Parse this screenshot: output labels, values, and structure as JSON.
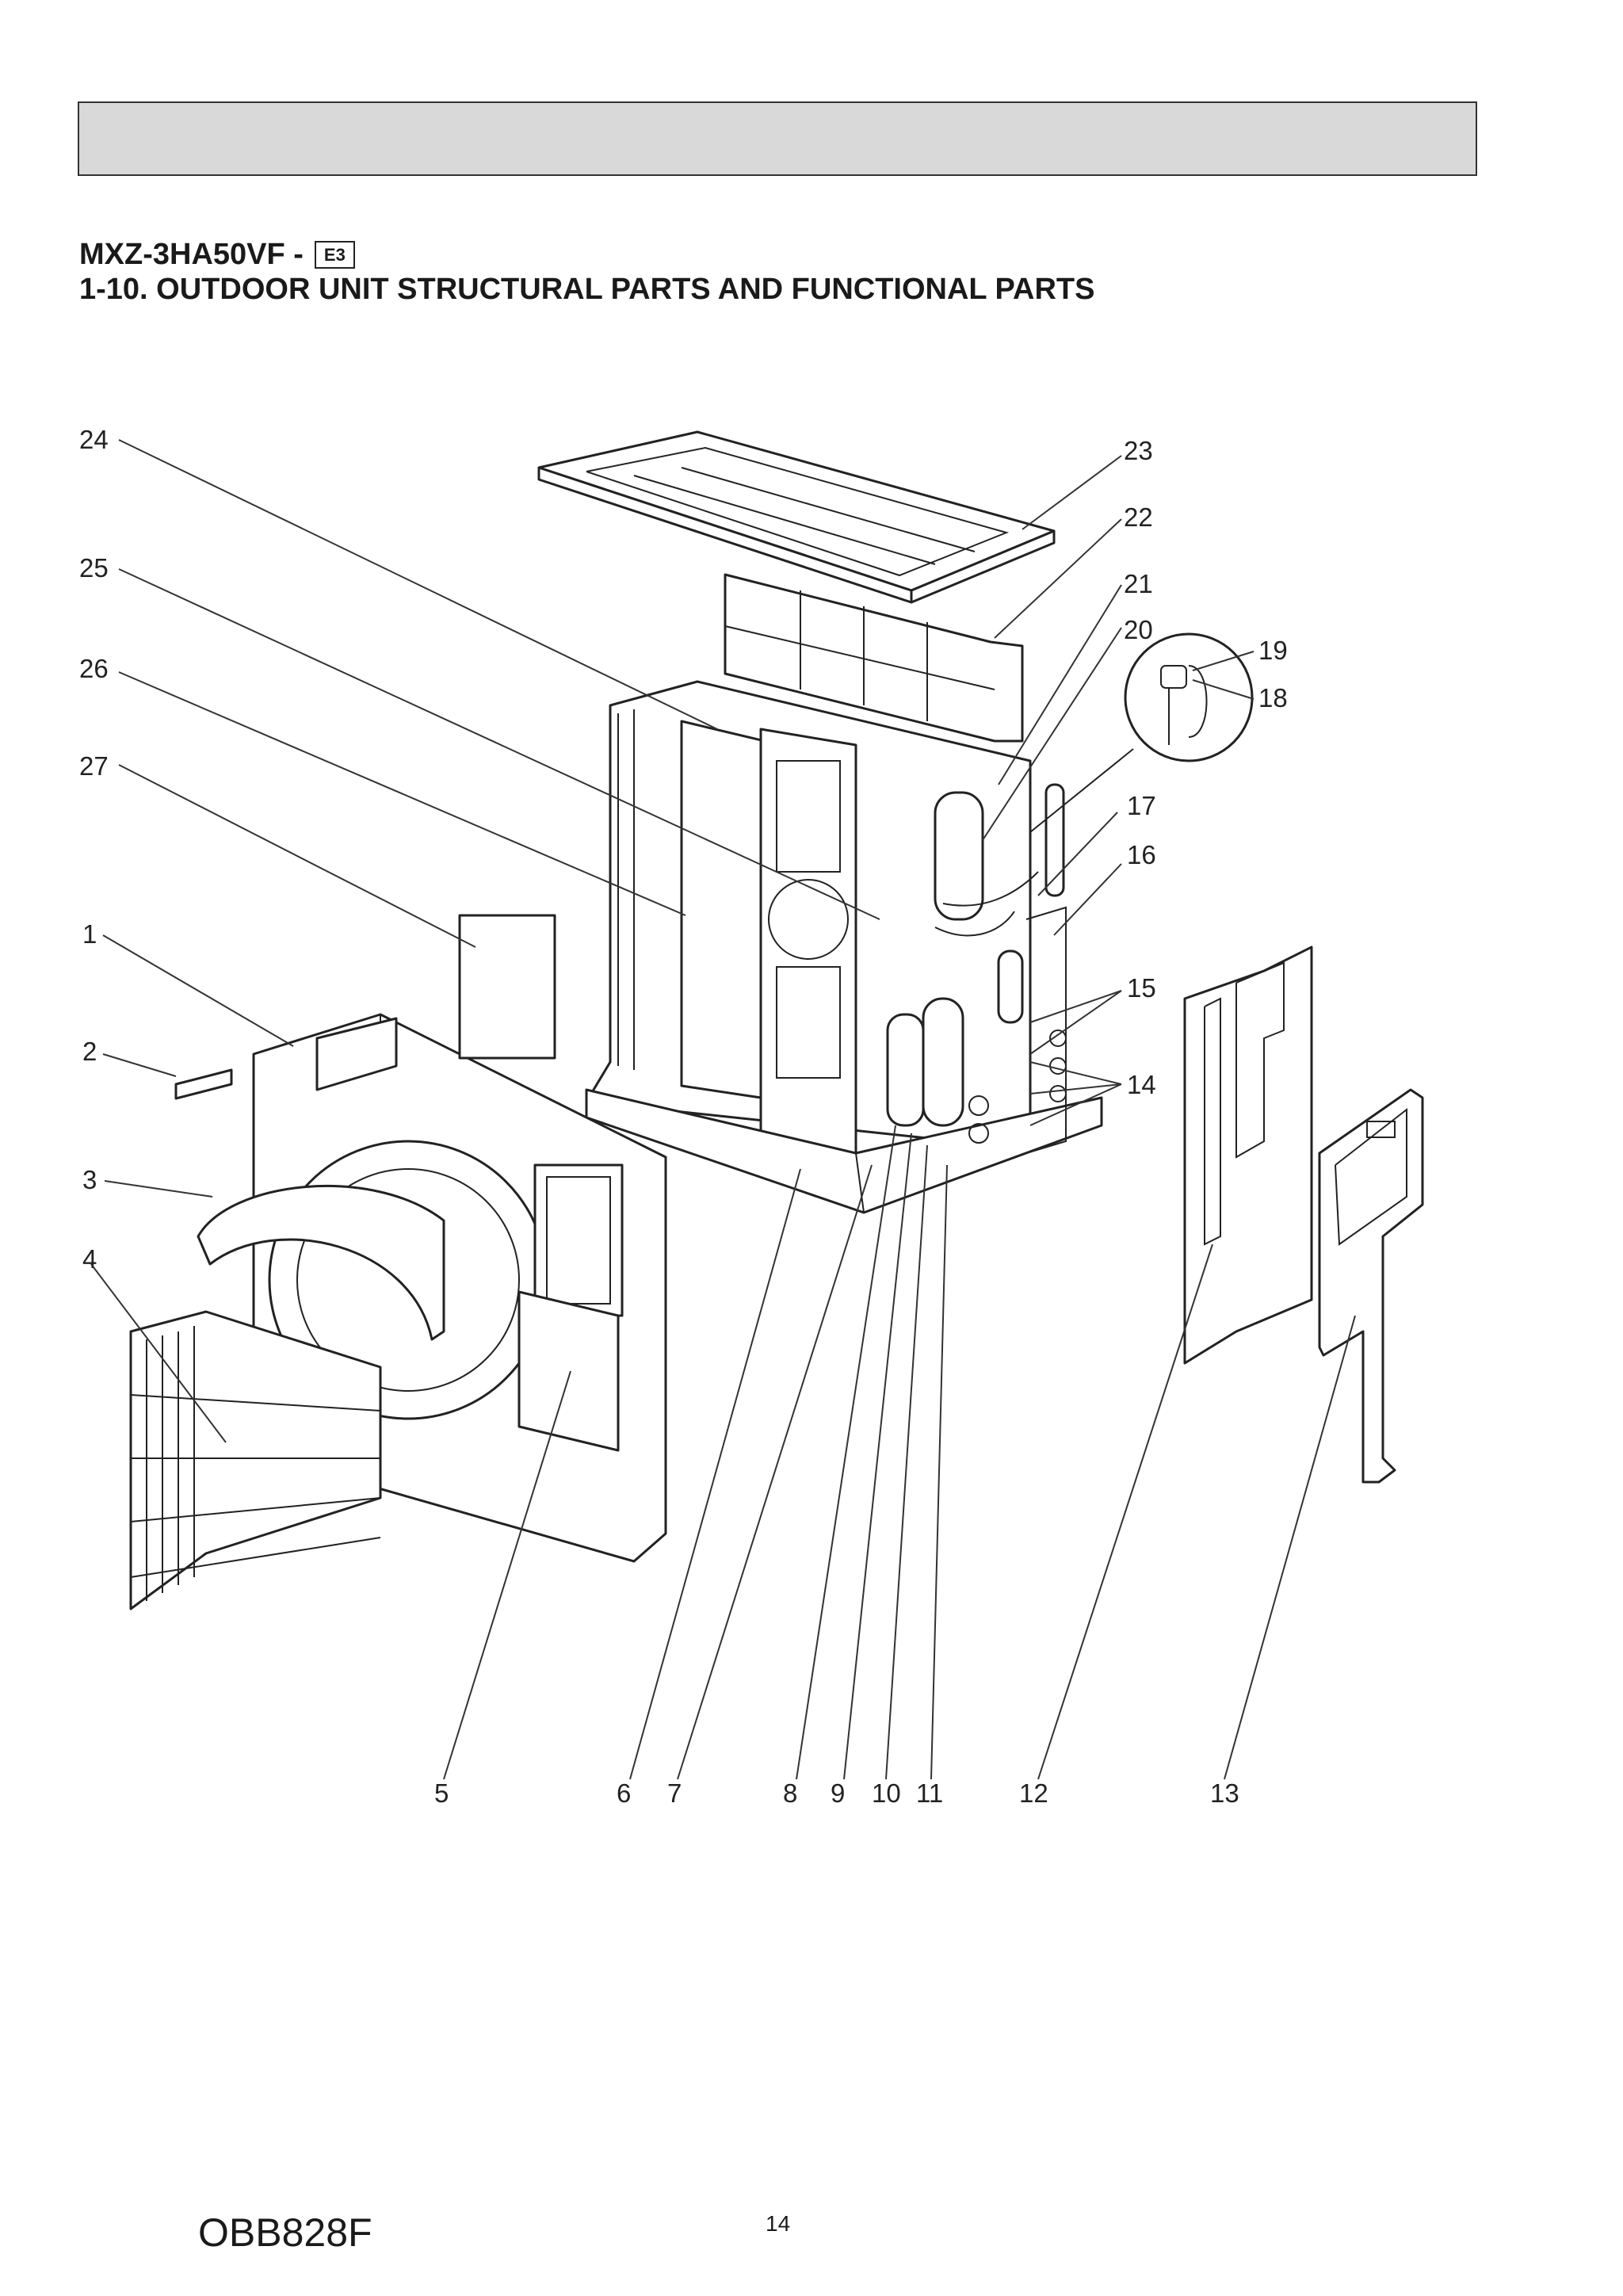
{
  "header": {
    "model": "MXZ-3HA50VF -",
    "model_badge": "E3",
    "section_title": "1-10. OUTDOOR UNIT STRUCTURAL PARTS AND FUNCTIONAL PARTS"
  },
  "diagram": {
    "callouts": [
      "1",
      "2",
      "3",
      "4",
      "5",
      "6",
      "7",
      "8",
      "9",
      "10",
      "11",
      "12",
      "13",
      "14",
      "15",
      "16",
      "17",
      "18",
      "19",
      "20",
      "21",
      "22",
      "23",
      "24",
      "25",
      "26",
      "27"
    ]
  },
  "footer": {
    "doc_code": "OBB828F",
    "page_number": "14"
  }
}
